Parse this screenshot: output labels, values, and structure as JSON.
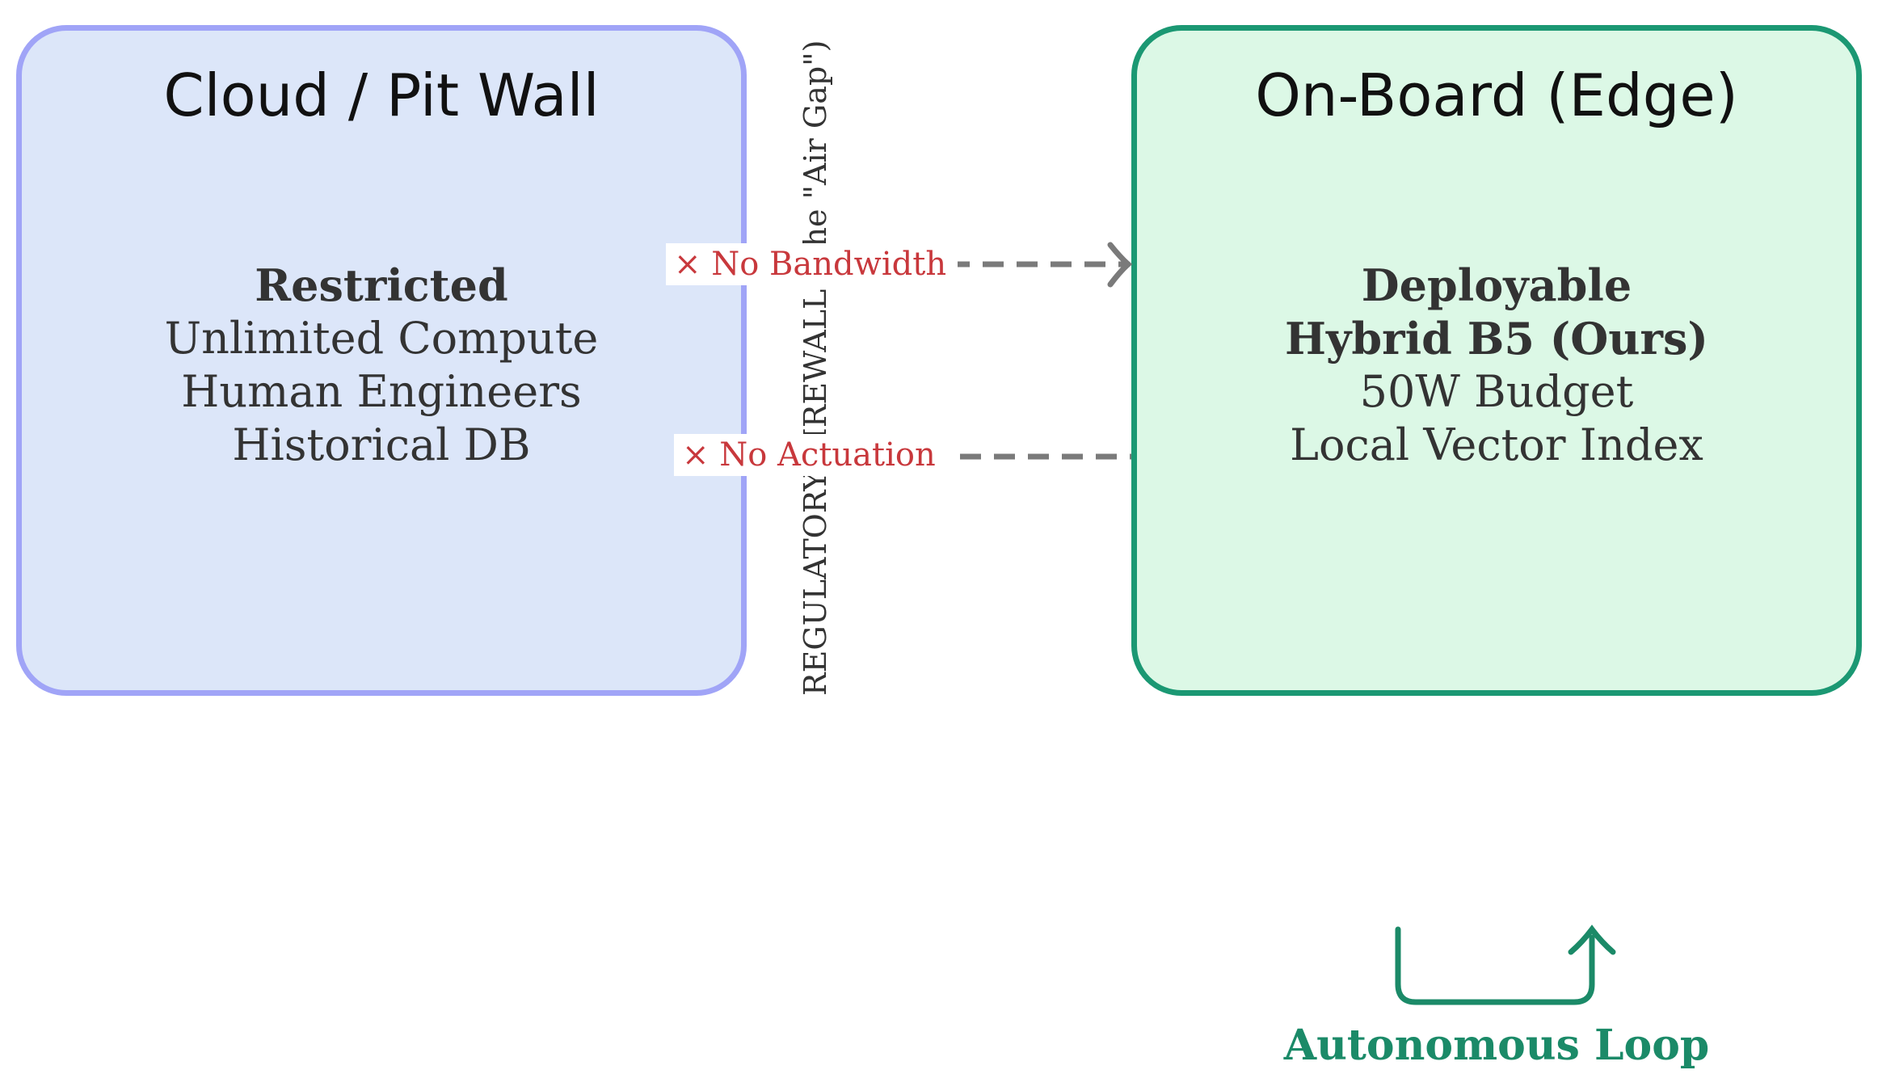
{
  "cloud": {
    "title": "Cloud / Pit Wall",
    "heading": "Restricted",
    "lines": [
      "Unlimited Compute",
      "Human Engineers",
      "Historical DB"
    ]
  },
  "edge": {
    "title": "On-Board (Edge)",
    "heading_lines": [
      "Deployable",
      "Hybrid B5 (Ours)"
    ],
    "lines": [
      "50W Budget",
      "Local Vector Index"
    ]
  },
  "firewall": {
    "label": "REGULATORY FIREWALL (The \"Air Gap\")"
  },
  "connections": {
    "bandwidth": "× No Bandwidth",
    "actuation": "× No Actuation"
  },
  "loop": {
    "label": "Autonomous Loop"
  },
  "colors": {
    "cloud_fill": "#dce6f9",
    "cloud_border": "#a0a4f7",
    "edge_fill": "#dcf8e6",
    "edge_border": "#1b9873",
    "blocked_text": "#c8383c",
    "connector": "#7a7a7a",
    "loop": "#1b8a68"
  }
}
